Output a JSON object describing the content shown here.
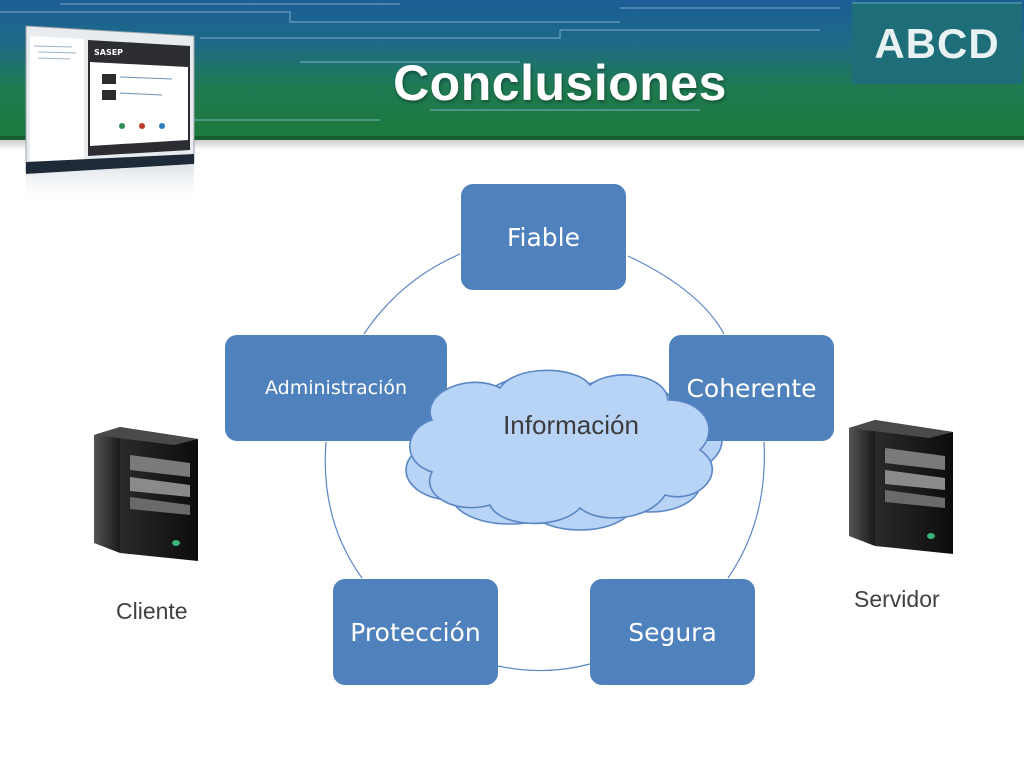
{
  "slide": {
    "title": "Conclusiones",
    "logo_text": "ABCD"
  },
  "thumbnail": {
    "app_title": "SASEP"
  },
  "diagram": {
    "center": "Información",
    "nodes": [
      {
        "label": "Fiable"
      },
      {
        "label": "Coherente"
      },
      {
        "label": "Segura"
      },
      {
        "label": "Protección"
      },
      {
        "label": "Administración"
      }
    ]
  },
  "computers": {
    "client_label": "Cliente",
    "server_label": "Servidor"
  },
  "colors": {
    "node_fill": "#4f81bd",
    "cloud_fill": "#b7d3f5",
    "cloud_stroke": "#5b86c5",
    "header_green": "#1b7a3a",
    "header_blue": "#1c5d96"
  }
}
